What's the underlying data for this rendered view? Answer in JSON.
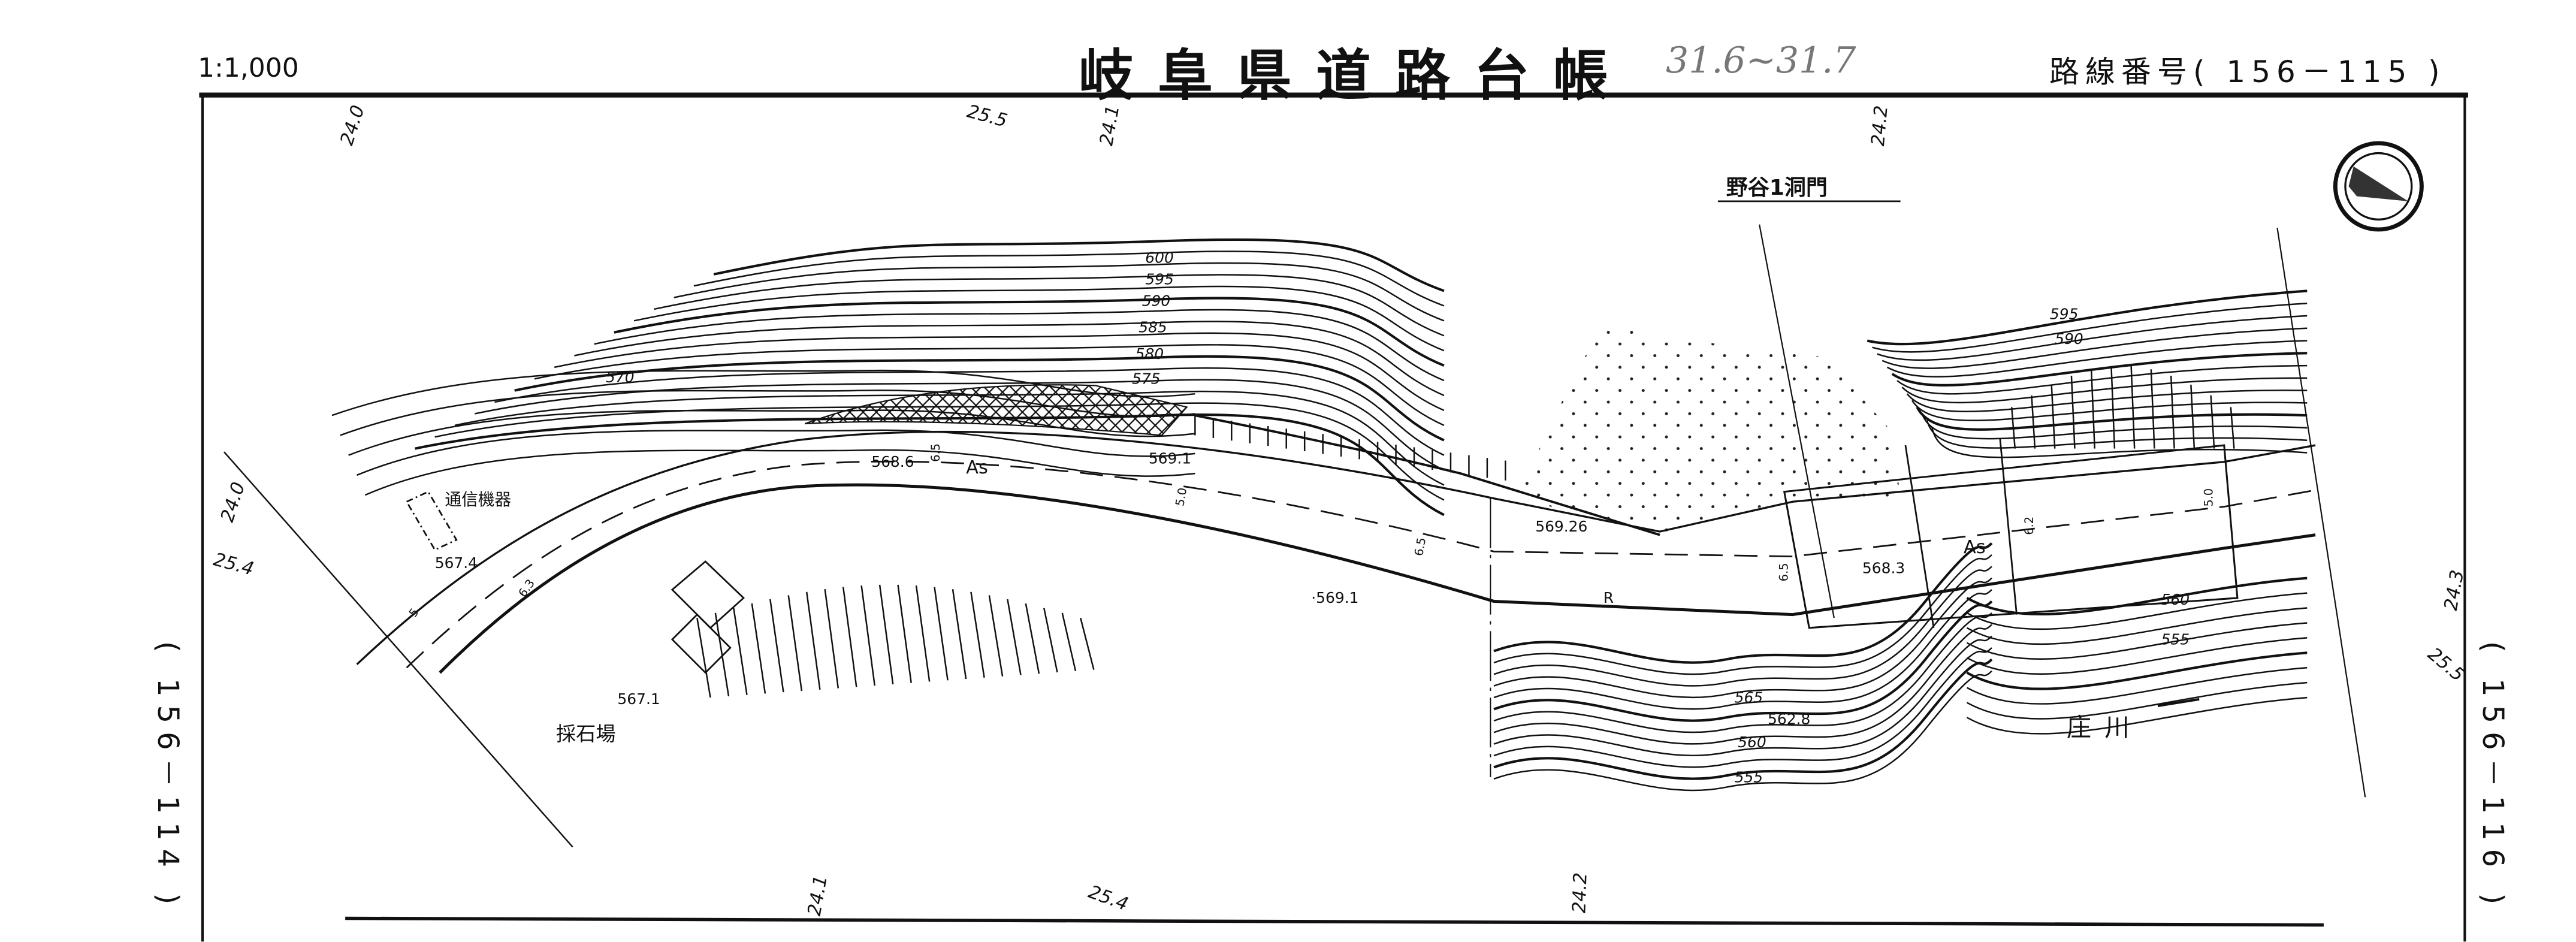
{
  "header": {
    "scale": "1:1,000",
    "title": "岐阜県道路台帳",
    "stamp": "31.6~31.7",
    "route_number": "路線番号( 156－115 )"
  },
  "side_labels": {
    "left": "( 156－114 )",
    "right": "( 156－116 )"
  },
  "map": {
    "place_labels": {
      "tunnel_gate": "野谷1洞門",
      "comm_equipment": "通信機器",
      "quarry": "採石場",
      "river": "庄川"
    },
    "contours": {
      "c600": "600",
      "c595": "595",
      "c590": "590",
      "c585": "585",
      "c580": "580",
      "c575": "575",
      "c570": "570",
      "c565": "565",
      "c560": "560",
      "c555": "555",
      "r595": "595",
      "r590": "590",
      "r560": "560",
      "r555": "555"
    },
    "spot_heights": {
      "h1": "568.6",
      "h2": "569.1",
      "h3": "569.26",
      "h4": "568.3",
      "h5": "567.4",
      "h6": "567.1",
      "h7": "·569.1",
      "h8": "562.8"
    },
    "surface": {
      "as1": "As",
      "as2": "As",
      "r": "R"
    },
    "widths": {
      "w1": "6.5",
      "w2": "5.0",
      "w3": "6.5",
      "w4": "6.5",
      "w5": "6.2",
      "w6": "5.0",
      "w7": "5",
      "w8": "6.3"
    },
    "stations": {
      "s1": "24.0",
      "s2": "25.5",
      "s3": "24.1",
      "s4": "24.2",
      "s5": "24.0",
      "s6": "25.4",
      "s7": "24.3",
      "s8": "25.5",
      "s9": "24.1",
      "s10": "25.4",
      "s11": "24.2"
    }
  }
}
